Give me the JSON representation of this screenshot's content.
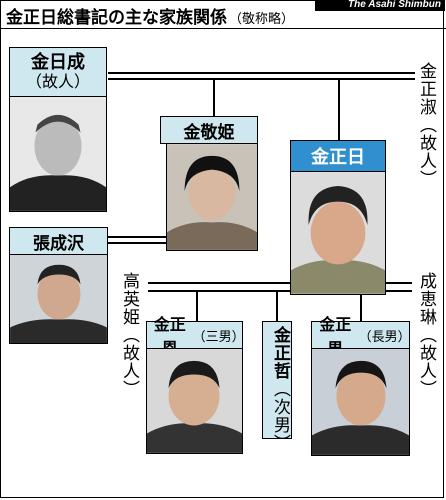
{
  "header": {
    "title": "金正日総書記の主な家族関係",
    "title_note": "（敬称略）",
    "credit": "The Asahi Shimbun"
  },
  "people": {
    "kim_il_sung": {
      "name": "金日成",
      "note": "（故人）"
    },
    "kim_kyong_hui": {
      "name": "金敬姫"
    },
    "kim_jong_il": {
      "name": "金正日"
    },
    "kim_jong_suk": {
      "name": "金正淑",
      "note": "（故人）"
    },
    "jang_song_thaek": {
      "name": "張成沢"
    },
    "ko_yong_hui": {
      "name": "高英姫",
      "note": "（故人）"
    },
    "song_hye_rim": {
      "name": "成恵琳",
      "note": "（故人）"
    },
    "kim_jong_un": {
      "name": "金正恩",
      "note": "（三男）"
    },
    "kim_jong_chol": {
      "name": "金正哲",
      "note": "（次男）"
    },
    "kim_jong_nam": {
      "name": "金正男",
      "note": "（長男）"
    }
  },
  "colors": {
    "name_box": "#cfe8ef",
    "highlight_box": "#2f8fcf",
    "line": "#000000"
  }
}
